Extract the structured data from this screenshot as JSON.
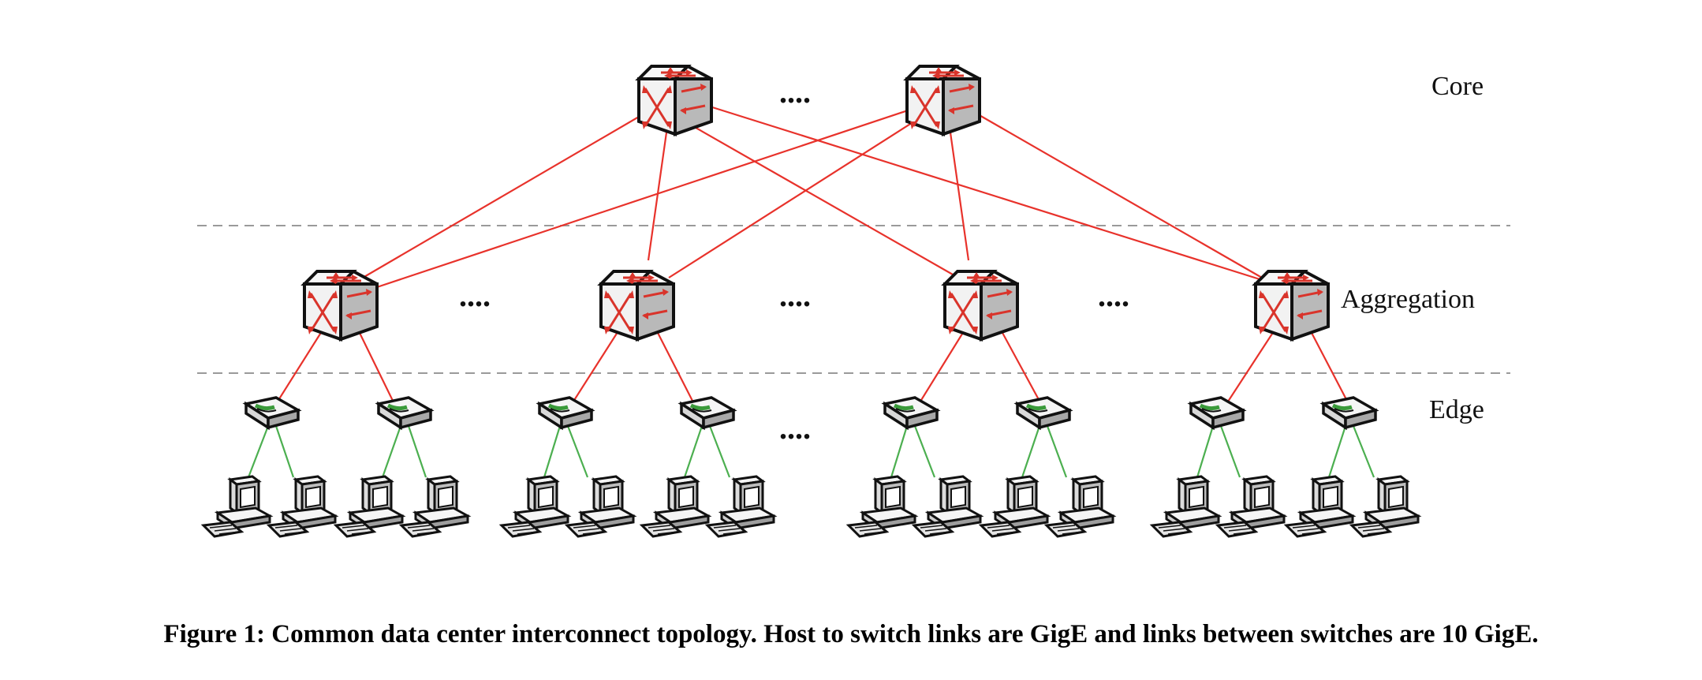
{
  "layers": {
    "core": "Core",
    "aggregation": "Aggregation",
    "edge": "Edge"
  },
  "ellipsis": "....",
  "caption": "Figure 1:  Common data center interconnect topology. Host to switch links are GigE and links between switches are 10 GigE.",
  "colors": {
    "switch_link": "#e8322b",
    "host_link": "#4caf50",
    "separator": "#9a9a9a",
    "switch_face": "#ececec",
    "arrow": "#d9342b"
  },
  "icons": {
    "core_switch": "layer3-switch-icon",
    "aggregation_switch": "layer3-switch-icon",
    "edge_switch": "workgroup-switch-icon",
    "host": "computer-workstation-icon"
  }
}
